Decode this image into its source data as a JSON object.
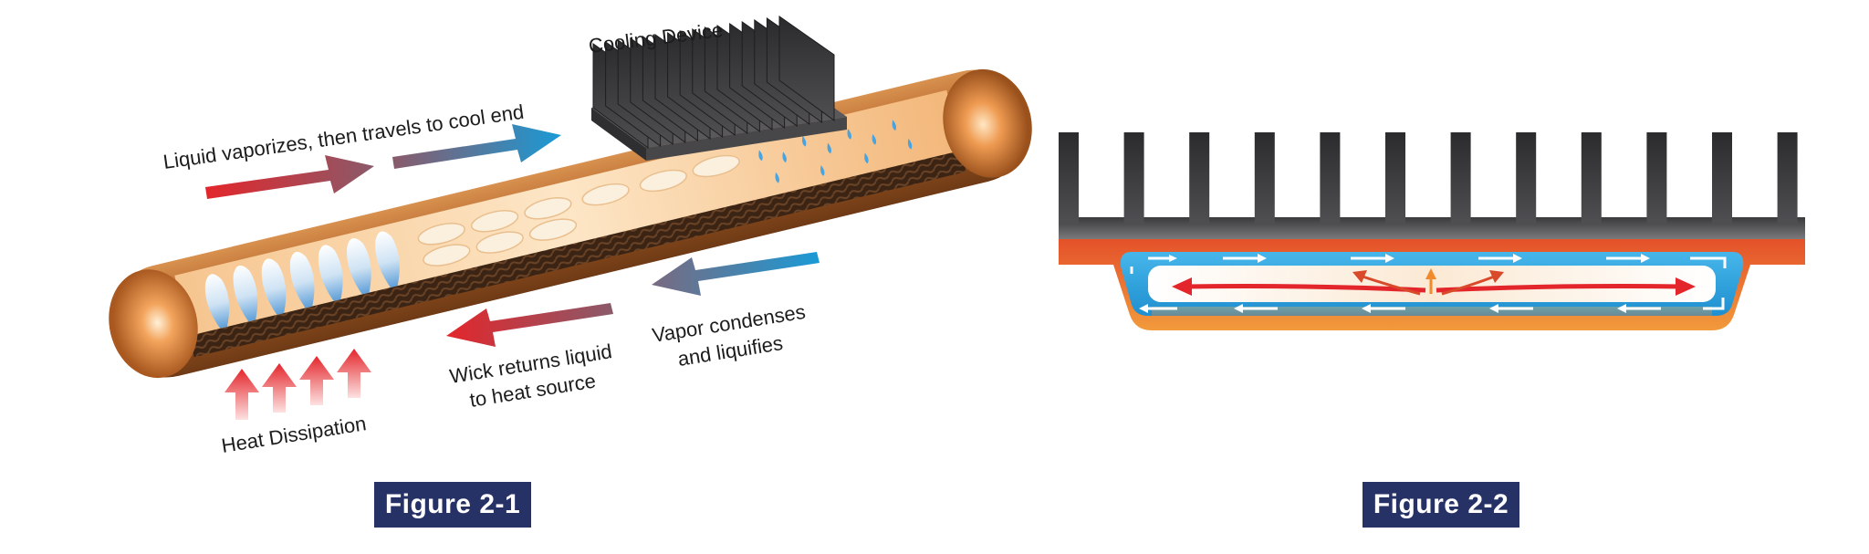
{
  "figure1": {
    "cooling_device_label": "Cooling Device",
    "top_arrow_label": "Liquid vaporizes, then travels to cool end",
    "condense_label_line1": "Vapor condenses",
    "condense_label_line2": "and liquifies",
    "wick_label_line1": "Wick returns liquid",
    "wick_label_line2": "to heat source",
    "heat_label": "Heat Dissipation",
    "caption": "Figure 2-1"
  },
  "figure2": {
    "caption": "Figure 2-2"
  },
  "colors": {
    "copper": "#b8682a",
    "hot_arrow": "#e0262d",
    "cool_arrow": "#1d8fd1",
    "heatsink": "#3a3a3c",
    "vapor_chamber_orange": "#f07a22",
    "vapor_chamber_blue": "#2aa6e0",
    "badge": "#263266"
  },
  "icons": {
    "heatsink": "heatsink-icon",
    "up_arrow": "up-arrow-icon",
    "right_arrow": "right-arrow-icon",
    "left_arrow": "left-arrow-icon"
  }
}
